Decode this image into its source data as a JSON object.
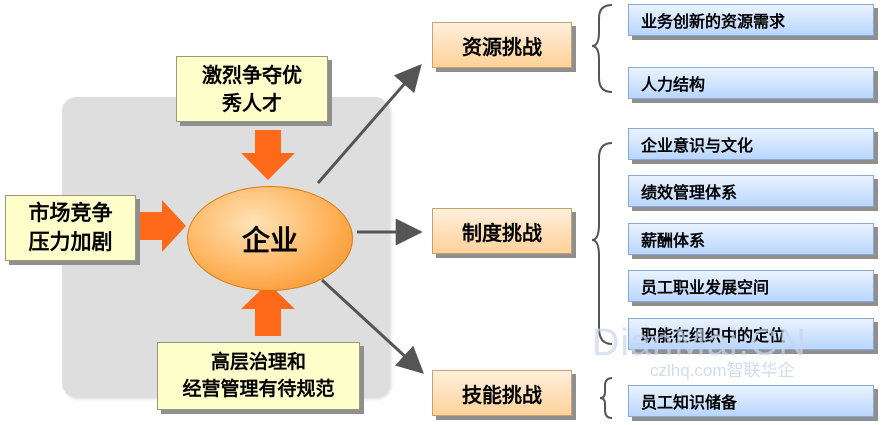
{
  "center": {
    "label": "企业"
  },
  "pressures": {
    "top": {
      "line1": "激烈争夺优",
      "line2": "秀人才"
    },
    "left": {
      "line1": "市场竞争",
      "line2": "压力加剧"
    },
    "bottom": {
      "line1": "高层治理和",
      "line2": "经营管理有待规范"
    }
  },
  "challenges": [
    {
      "label": "资源挑战",
      "items": [
        "业务创新的资源需求",
        "人力结构"
      ]
    },
    {
      "label": "制度挑战",
      "items": [
        "企业意识与文化",
        "绩效管理体系",
        "薪酬体系",
        "员工职业发展空间",
        "职能在组织中的定位"
      ]
    },
    {
      "label": "技能挑战",
      "items": [
        "员工知识储备"
      ]
    }
  ],
  "watermark": {
    "line1": "DianMai.CN",
    "line2": "czlhq.com智联华企"
  },
  "colors": {
    "arrow_fill": "#ff6a1a",
    "line": "#555555",
    "yellow_box": "#ffffcc",
    "orange_box": "#ffd19a",
    "blue_box": "#b9d6ff"
  },
  "icons": {
    "pressure_arrows": "block-arrow",
    "brackets": "curly-brace"
  }
}
